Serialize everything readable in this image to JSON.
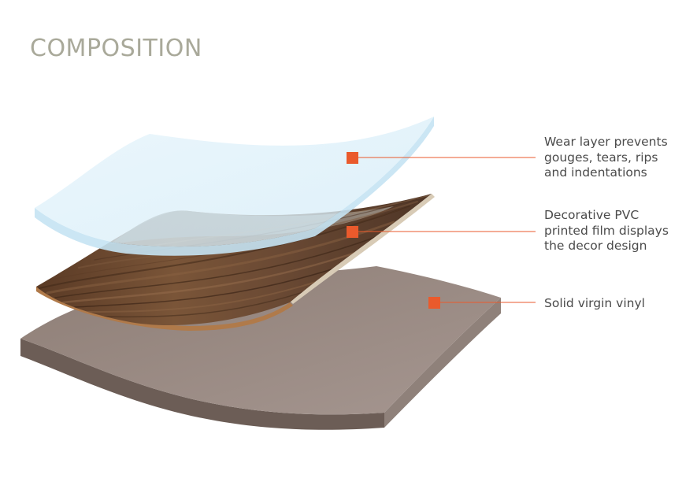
{
  "title": "COMPOSITION",
  "colors": {
    "title": "#a9a99a",
    "marker": "#ea5a2c",
    "label_text": "#4a4a4a",
    "wear_layer": "#dff0fa",
    "decor_wood": "#6b4a33",
    "base_top": "#9c8c84",
    "base_side": "#6e5f57"
  },
  "layers": [
    {
      "id": "wear-layer",
      "icon": "square-marker-icon",
      "lines": [
        "Wear layer prevents",
        "gouges, tears, rips",
        "and indentations"
      ]
    },
    {
      "id": "decor-film",
      "icon": "square-marker-icon",
      "lines": [
        "Decorative PVC",
        "printed film displays",
        "the decor design"
      ]
    },
    {
      "id": "vinyl-base",
      "icon": "square-marker-icon",
      "lines": [
        "Solid virgin vinyl"
      ]
    }
  ]
}
